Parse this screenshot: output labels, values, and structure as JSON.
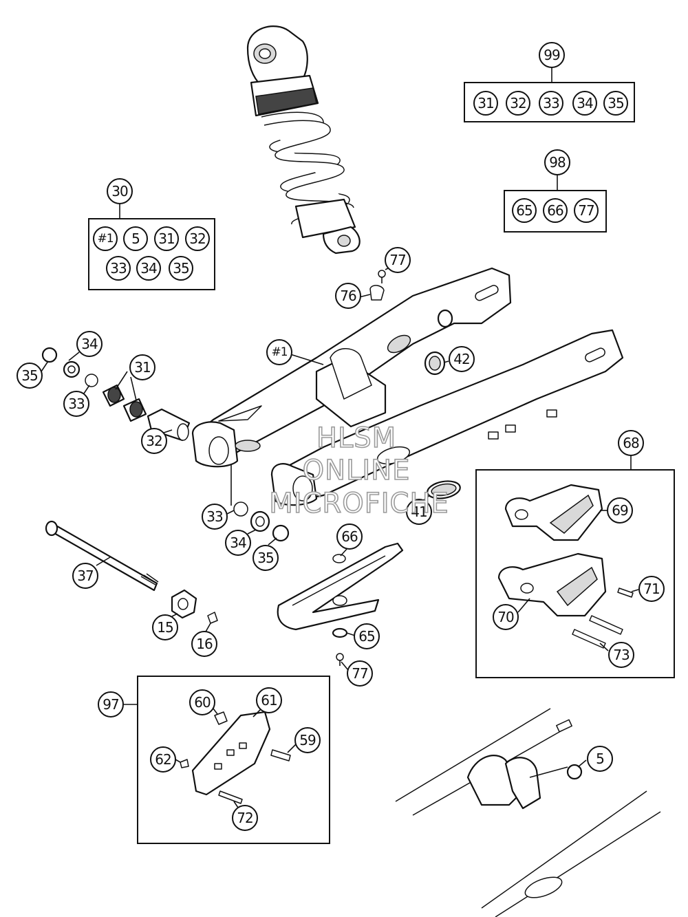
{
  "watermark": {
    "line1": "HLSM",
    "line2": "ONLINE",
    "line3": "MICROFICHE"
  },
  "callouts": {
    "c99": "99",
    "c98": "98",
    "c30": "30",
    "c68": "68",
    "c97": "97",
    "c77a": "77",
    "c76": "76",
    "c1": "#1",
    "c42": "42",
    "c34a": "34",
    "c35a": "35",
    "c31": "31",
    "c33a": "33",
    "c32": "32",
    "c33b": "33",
    "c34b": "34",
    "c35b": "35",
    "c41": "41",
    "c37": "37",
    "c15": "15",
    "c16": "16",
    "c66": "66",
    "c65": "65",
    "c77b": "77",
    "c69": "69",
    "c71": "71",
    "c70": "70",
    "c73": "73",
    "c60": "60",
    "c61": "61",
    "c59": "59",
    "c62": "62",
    "c72": "72",
    "c5": "5"
  },
  "kits": {
    "kit99": [
      "31",
      "32",
      "33",
      "34",
      "35"
    ],
    "kit98": [
      "65",
      "66",
      "77"
    ],
    "kit30_row1": [
      "#1",
      "5",
      "31",
      "32"
    ],
    "kit30_row2": [
      "33",
      "34",
      "35"
    ]
  }
}
